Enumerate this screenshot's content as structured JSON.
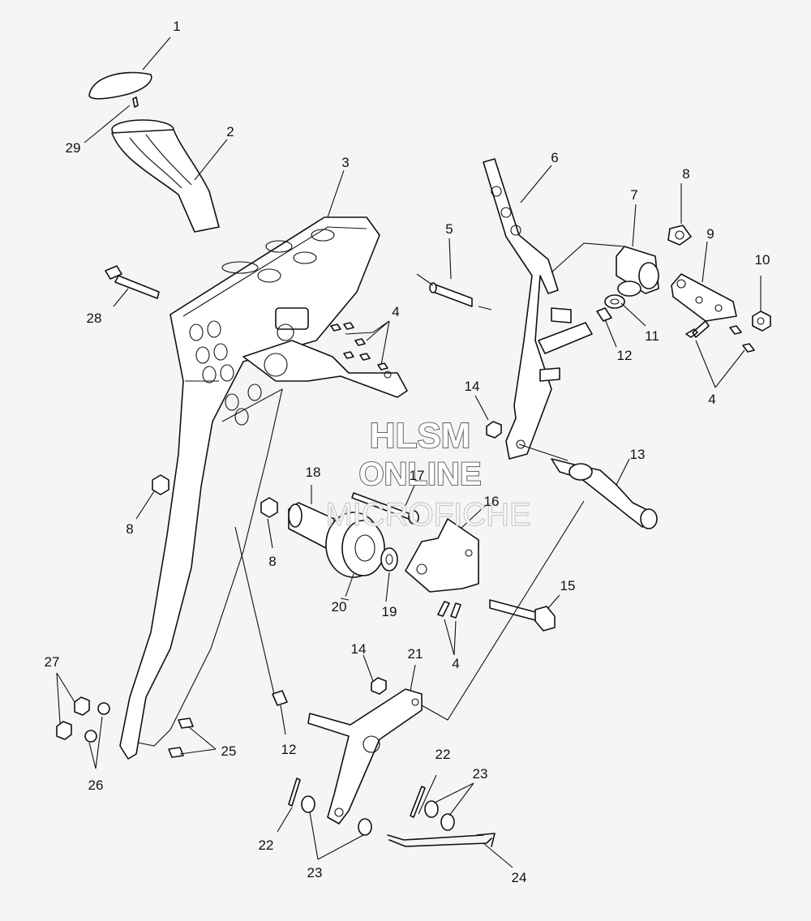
{
  "watermark": {
    "line1": "HLSM",
    "line2": "ONLINE",
    "line3": "MICROFICHE"
  },
  "callouts": {
    "c1": "1",
    "c2": "2",
    "c3": "3",
    "c4a": "4",
    "c4b": "4",
    "c4c": "4",
    "c5": "5",
    "c6": "6",
    "c7": "7",
    "c8a": "8",
    "c8b": "8",
    "c8c": "8",
    "c9": "9",
    "c10": "10",
    "c11": "11",
    "c12a": "12",
    "c12b": "12",
    "c13": "13",
    "c14a": "14",
    "c14b": "14",
    "c15": "15",
    "c16": "16",
    "c17": "17",
    "c18": "18",
    "c19": "19",
    "c20": "20",
    "c21": "21",
    "c22a": "22",
    "c22b": "22",
    "c23a": "23",
    "c23b": "23",
    "c24": "24",
    "c25": "25",
    "c26": "26",
    "c27": "27",
    "c28": "28",
    "c29": "29"
  }
}
